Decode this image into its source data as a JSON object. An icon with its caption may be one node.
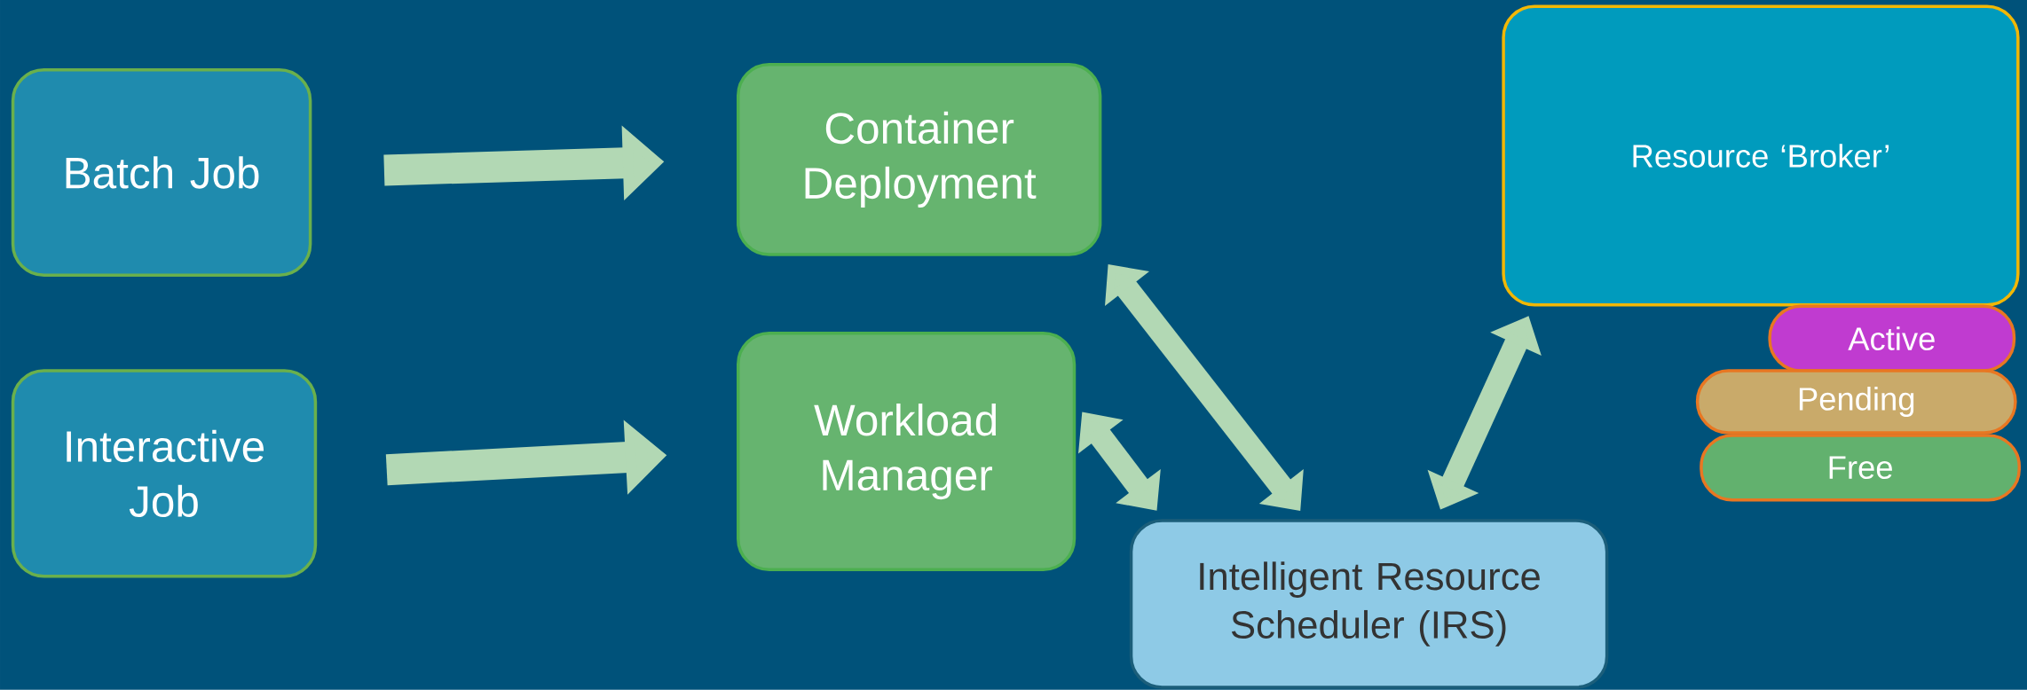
{
  "diagram": {
    "nodes": [
      {
        "text": [
          "Batch Job"
        ]
      },
      {
        "text": [
          "Interactive Job"
        ]
      },
      {
        "text": [
          "Container Deployment"
        ]
      },
      {
        "text": [
          "Workload Manager"
        ]
      },
      {
        "text": [
          "Intelligent Resource Scheduler (IRS)"
        ]
      },
      {
        "text": [
          "Resource ‘Broker’"
        ]
      },
      {
        "text": [
          "Active"
        ]
      },
      {
        "text": [
          "Pending"
        ]
      },
      {
        "text": [
          "Free"
        ]
      }
    ],
    "edges": [
      {
        "from": 0,
        "to": 2,
        "arrow": "to"
      },
      {
        "from": 1,
        "to": 3,
        "arrow": "to"
      },
      {
        "from": 2,
        "to": 4,
        "arrow": "both"
      },
      {
        "from": 3,
        "to": 4,
        "arrow": "both"
      },
      {
        "from": 4,
        "to": 5,
        "arrow": "both"
      }
    ]
  }
}
